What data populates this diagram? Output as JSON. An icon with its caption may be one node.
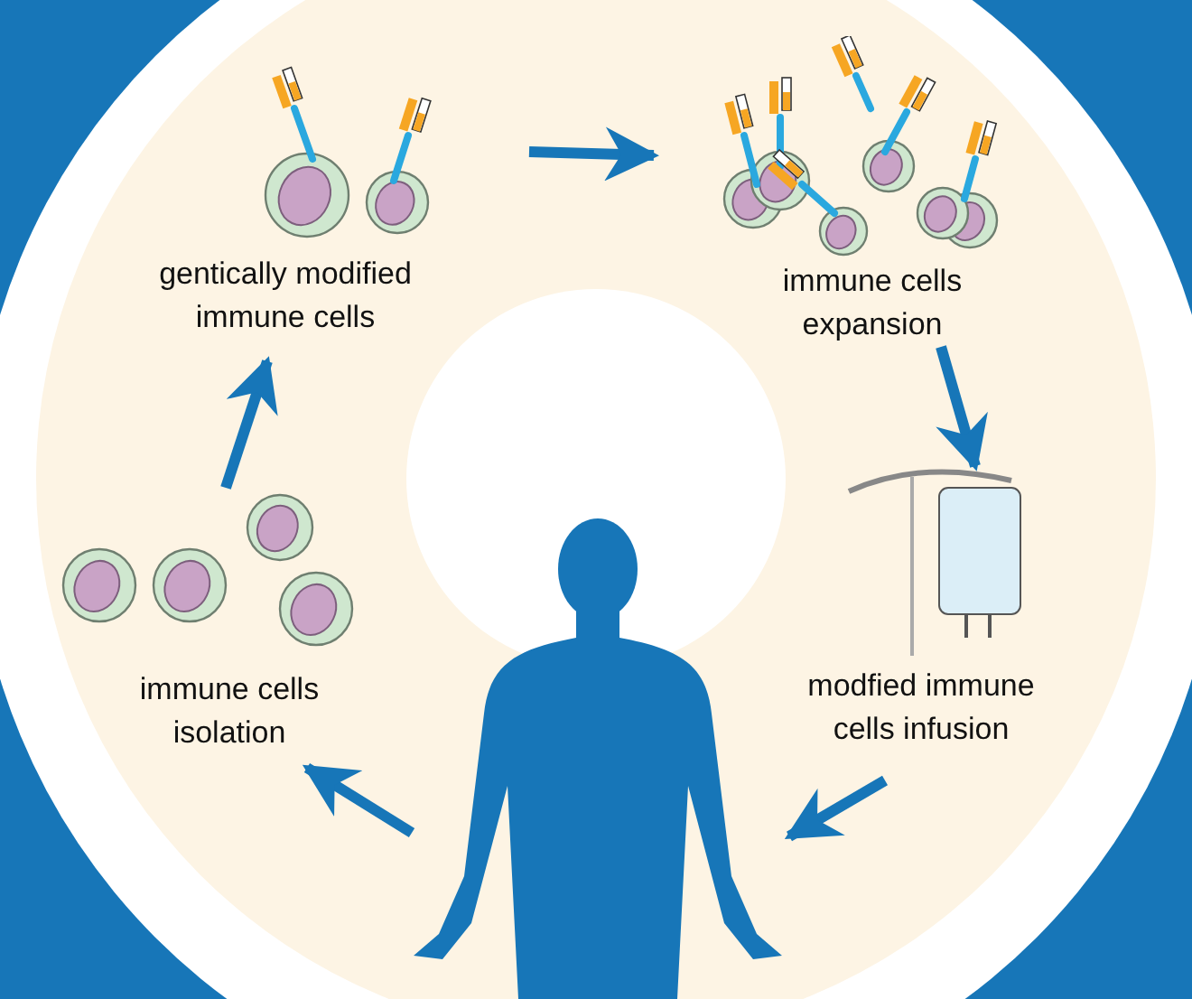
{
  "diagram": {
    "nodes": [
      {
        "text": [
          "gentically modified immune cells"
        ]
      },
      {
        "text": [
          "immune cells expansion"
        ]
      },
      {
        "text": [
          "modfied immune cells infusion"
        ]
      },
      {
        "text": [],
        "shape": "person"
      },
      {
        "text": [
          "immune cells isolation"
        ]
      }
    ],
    "edges": [
      {
        "from": 0,
        "to": 1,
        "arrow": "to"
      },
      {
        "from": 1,
        "to": 2,
        "arrow": "to"
      },
      {
        "from": 2,
        "to": 3,
        "arrow": "to"
      },
      {
        "from": 3,
        "to": 4,
        "arrow": "to"
      },
      {
        "from": 4,
        "to": 0,
        "arrow": "to"
      }
    ]
  }
}
